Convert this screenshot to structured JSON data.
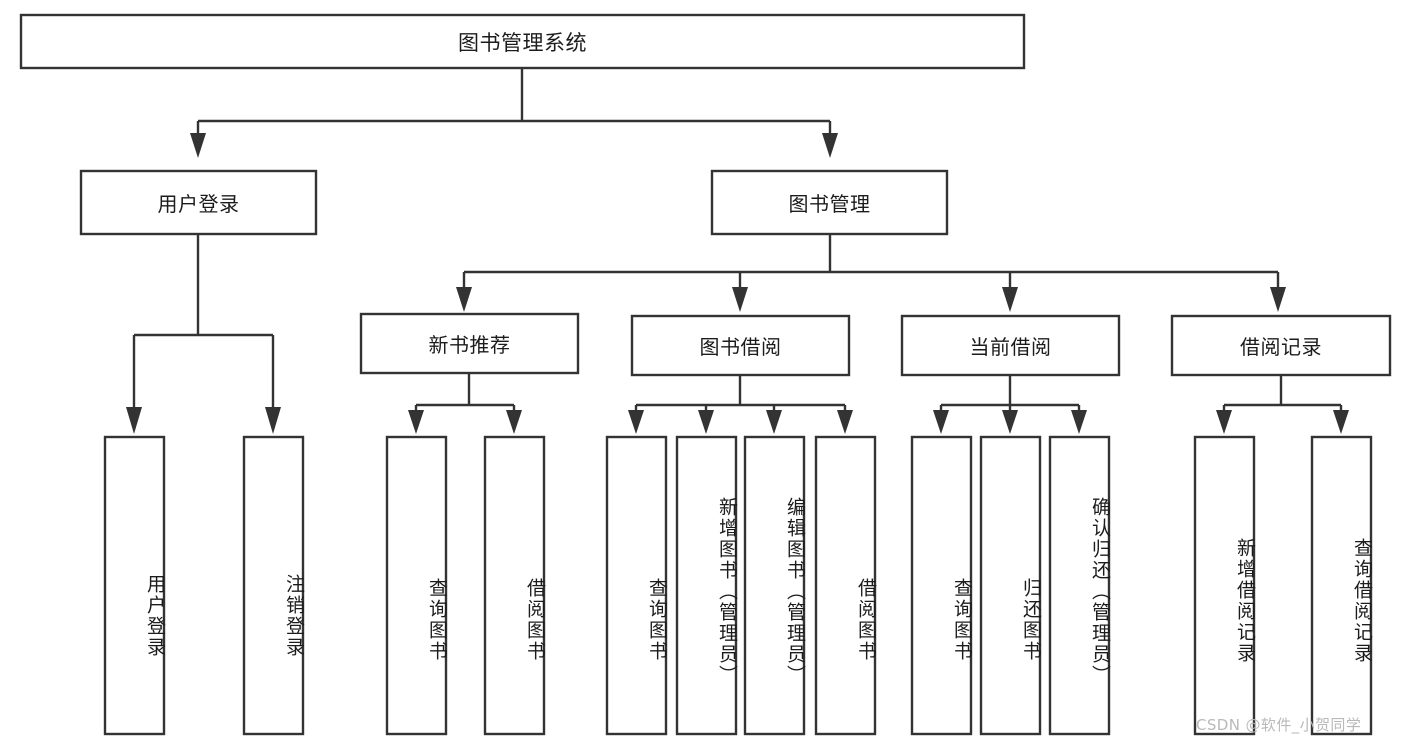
{
  "diagram": {
    "type": "tree-hierarchy",
    "orientation": "top-down",
    "title": "图书管理系统",
    "colors": {
      "box_fill": "#ffffff",
      "box_stroke": "#333333",
      "text": "#1c1c1c",
      "background": "#ffffff",
      "watermark": "#b9b9b9"
    },
    "levels": [
      {
        "level": 1,
        "nodes": [
          {
            "id": "root",
            "label": "图书管理系统",
            "orientation": "horizontal"
          }
        ]
      },
      {
        "level": 2,
        "nodes": [
          {
            "id": "user-login",
            "label": "用户登录",
            "orientation": "horizontal",
            "parent": "root"
          },
          {
            "id": "book-manage",
            "label": "图书管理",
            "orientation": "horizontal",
            "parent": "root"
          }
        ]
      },
      {
        "level": 3,
        "nodes": [
          {
            "id": "new-book-rec",
            "label": "新书推荐",
            "orientation": "horizontal",
            "parent": "book-manage"
          },
          {
            "id": "book-borrow",
            "label": "图书借阅",
            "orientation": "horizontal",
            "parent": "book-manage"
          },
          {
            "id": "current-borrow",
            "label": "当前借阅",
            "orientation": "horizontal",
            "parent": "book-manage"
          },
          {
            "id": "borrow-record",
            "label": "借阅记录",
            "orientation": "horizontal",
            "parent": "book-manage"
          }
        ]
      },
      {
        "level": 4,
        "nodes": [
          {
            "id": "leaf-user-login",
            "label": "用户登录",
            "orientation": "vertical",
            "parent": "user-login"
          },
          {
            "id": "leaf-logout",
            "label": "注销登录",
            "orientation": "vertical",
            "parent": "user-login"
          },
          {
            "id": "leaf-query-book-1",
            "label": "查询图书",
            "orientation": "vertical",
            "parent": "new-book-rec"
          },
          {
            "id": "leaf-borrow-book-1",
            "label": "借阅图书",
            "orientation": "vertical",
            "parent": "new-book-rec"
          },
          {
            "id": "leaf-query-book-2",
            "label": "查询图书",
            "orientation": "vertical",
            "parent": "book-borrow"
          },
          {
            "id": "leaf-add-book",
            "label": "新增图书（管理员）",
            "orientation": "vertical",
            "parent": "book-borrow"
          },
          {
            "id": "leaf-edit-book",
            "label": "编辑图书（管理员）",
            "orientation": "vertical",
            "parent": "book-borrow"
          },
          {
            "id": "leaf-borrow-book-2",
            "label": "借阅图书",
            "orientation": "vertical",
            "parent": "book-borrow"
          },
          {
            "id": "leaf-query-book-3",
            "label": "查询图书",
            "orientation": "vertical",
            "parent": "current-borrow"
          },
          {
            "id": "leaf-return-book",
            "label": "归还图书",
            "orientation": "vertical",
            "parent": "current-borrow"
          },
          {
            "id": "leaf-confirm-return",
            "label": "确认归还（管理员）",
            "orientation": "vertical",
            "parent": "current-borrow"
          },
          {
            "id": "leaf-add-record",
            "label": "新增借阅记录",
            "orientation": "vertical",
            "parent": "borrow-record"
          },
          {
            "id": "leaf-query-record",
            "label": "查询借阅记录",
            "orientation": "vertical",
            "parent": "borrow-record"
          }
        ]
      }
    ]
  },
  "watermark": {
    "text": "CSDN @软件_小贺同学"
  }
}
